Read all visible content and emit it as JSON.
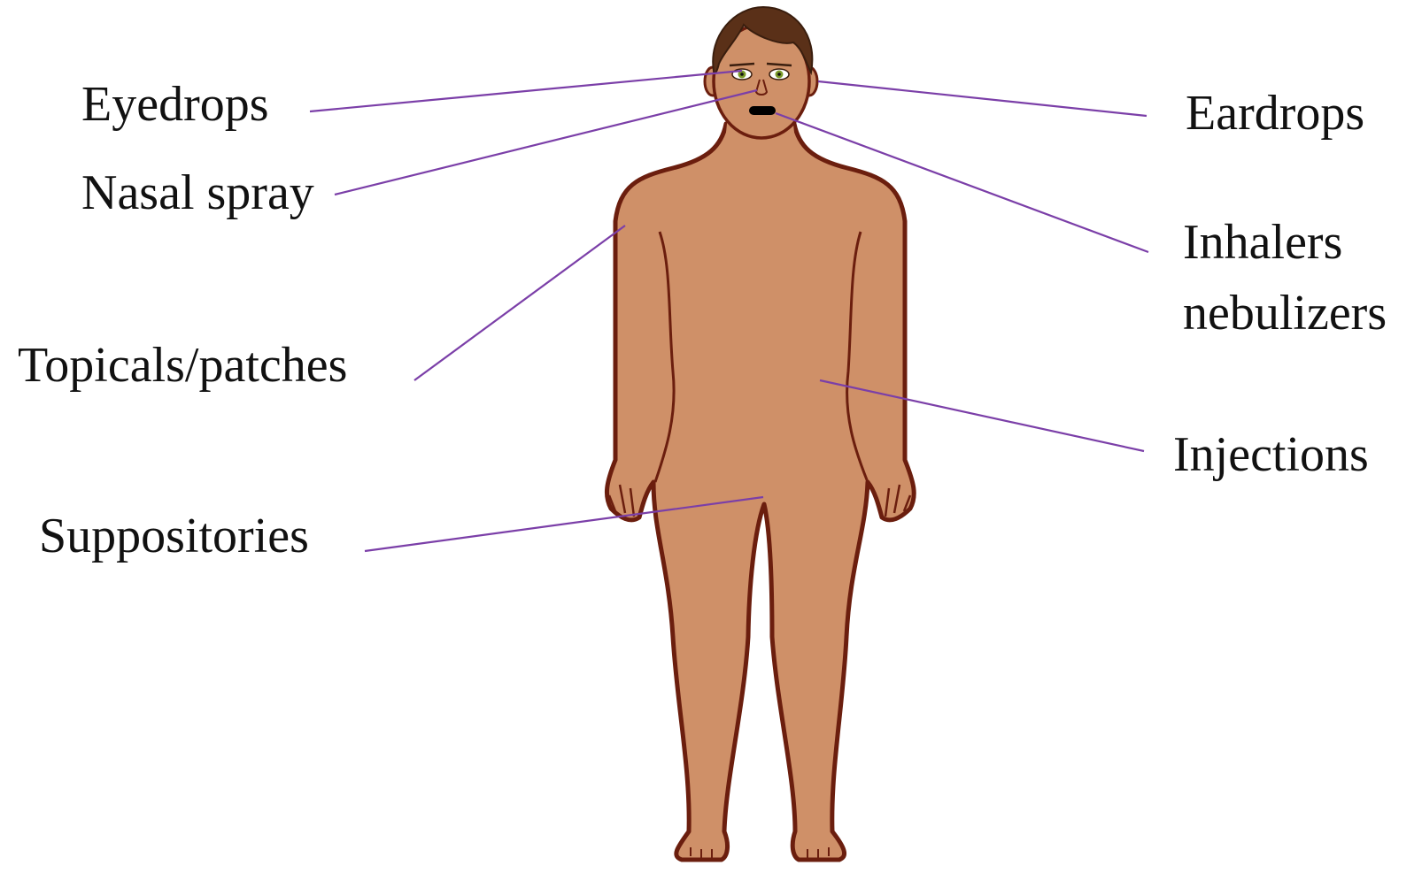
{
  "colors": {
    "skin": "#cf9068",
    "outline": "#6b1e0e",
    "hair": "#5a3018",
    "leader_line": "#7b3fa8",
    "label_text": "#111111",
    "iris": "#7a9a2a",
    "mouth": "#000000"
  },
  "figure": {
    "name": "human-body-figure"
  },
  "labels": {
    "eyedrops": "Eyedrops",
    "nasal_spray": "Nasal spray",
    "topicals_patches": "Topicals/patches",
    "suppositories": "Suppositories",
    "eardrops": "Eardrops",
    "inhalers": "Inhalers",
    "nebulizers": "nebulizers",
    "injections": "Injections"
  }
}
